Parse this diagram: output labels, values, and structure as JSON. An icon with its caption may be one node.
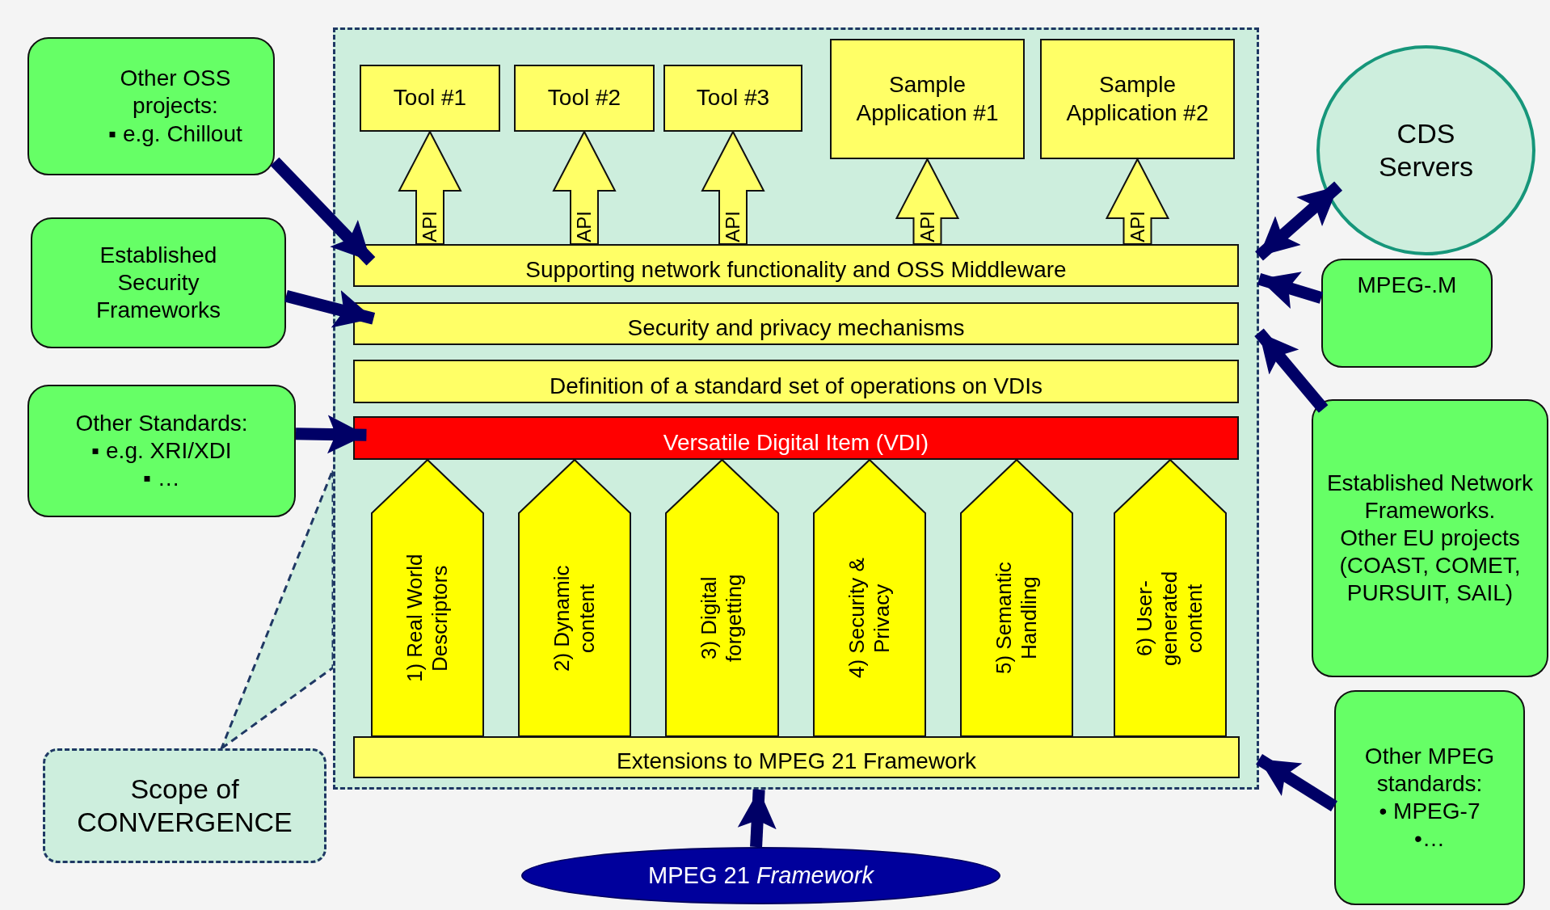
{
  "diagram": {
    "nodes": [
      {
        "text": [
          "Other OSS projects:",
          "▪ e.g. Chillout"
        ]
      },
      {
        "text": [
          "Established Security Frameworks"
        ]
      },
      {
        "text": [
          "Other Standards:",
          "▪ e.g. XRI/XDI",
          "▪ …"
        ]
      },
      {
        "text": [],
        "shape": "box"
      },
      {
        "text": [
          "Tool #1"
        ],
        "in": 3
      },
      {
        "text": [
          "Tool #2"
        ],
        "in": 3
      },
      {
        "text": [
          "Tool #3"
        ],
        "in": 3
      },
      {
        "text": [
          "Sample Application #1"
        ],
        "in": 3
      },
      {
        "text": [
          "Sample Application #2"
        ],
        "in": 3
      },
      {
        "text": [
          "Supporting network functionality and OSS Middleware"
        ],
        "in": 3
      },
      {
        "text": [
          "Security and privacy mechanisms"
        ],
        "in": 3
      },
      {
        "text": [
          "Definition of a standard set of operations on VDIs"
        ],
        "in": 3
      },
      {
        "text": [
          "Versatile Digital Item (VDI)"
        ],
        "in": 3
      },
      {
        "text": [
          "1) Real World Descriptors"
        ],
        "in": 3
      },
      {
        "text": [
          "2) Dynamic content"
        ],
        "in": 3
      },
      {
        "text": [
          "3) Digital forgetting"
        ],
        "in": 3
      },
      {
        "text": [
          "4) Security & Privacy"
        ],
        "in": 3
      },
      {
        "text": [
          "5) Semantic Handling"
        ],
        "in": 3
      },
      {
        "text": [
          "6) User-generated content"
        ],
        "in": 3
      },
      {
        "text": [
          "Extensions to MPEG 21 Framework"
        ],
        "in": 3
      },
      {
        "text": [
          "CDS Servers"
        ]
      },
      {
        "text": [
          "MPEG-.M"
        ]
      },
      {
        "text": [
          "Established Network Frameworks.",
          "Other EU projects (COAST, COMET, PURSUIT, SAIL)"
        ]
      },
      {
        "text": [
          "Other MPEG standards:",
          "• MPEG-7",
          "•…"
        ]
      },
      {
        "text": [
          "MPEG 21 *Framework*"
        ]
      },
      {
        "text": [
          "Scope of CONVERGENCE"
        ]
      }
    ],
    "edges": [
      {
        "from": 9,
        "to": 4,
        "arrow": "to",
        "label": "API",
        "style": "thick",
        "color": "#ffff66"
      },
      {
        "from": 9,
        "to": 5,
        "arrow": "to",
        "label": "API",
        "style": "thick",
        "color": "#ffff66"
      },
      {
        "from": 9,
        "to": 6,
        "arrow": "to",
        "label": "API",
        "style": "thick",
        "color": "#ffff66"
      },
      {
        "from": 9,
        "to": 7,
        "arrow": "to",
        "label": "API",
        "style": "thick",
        "color": "#ffff66"
      },
      {
        "from": 9,
        "to": 8,
        "arrow": "to",
        "label": "API",
        "style": "thick",
        "color": "#ffff66"
      },
      {
        "from": 0,
        "to": 9,
        "arrow": "to"
      },
      {
        "from": 1,
        "to": 10,
        "arrow": "to"
      },
      {
        "from": 2,
        "to": 12,
        "arrow": "to"
      },
      {
        "from": 20,
        "to": 3,
        "arrow": "both"
      },
      {
        "from": 21,
        "to": 3,
        "arrow": "to"
      },
      {
        "from": 22,
        "to": 3,
        "arrow": "to"
      },
      {
        "from": 23,
        "to": 3,
        "arrow": "to"
      },
      {
        "from": 24,
        "to": 3,
        "arrow": "to"
      },
      {
        "from": 25,
        "to": 3,
        "arrow": "none",
        "style": "dashed",
        "color": "#1f3864"
      },
      {
        "from": 19,
        "to": 12,
        "arrow": "to",
        "style": "thick",
        "color": "#ffff00"
      },
      {
        "from": 19,
        "to": 12,
        "arrow": "to",
        "style": "thick",
        "color": "#ffff00"
      },
      {
        "from": 19,
        "to": 12,
        "arrow": "to",
        "style": "thick",
        "color": "#ffff00"
      },
      {
        "from": 19,
        "to": 12,
        "arrow": "to",
        "style": "thick",
        "color": "#ffff00"
      },
      {
        "from": 19,
        "to": 12,
        "arrow": "to",
        "style": "thick",
        "color": "#ffff00"
      },
      {
        "from": 19,
        "to": 12,
        "arrow": "to",
        "style": "thick",
        "color": "#ffff00"
      }
    ]
  }
}
